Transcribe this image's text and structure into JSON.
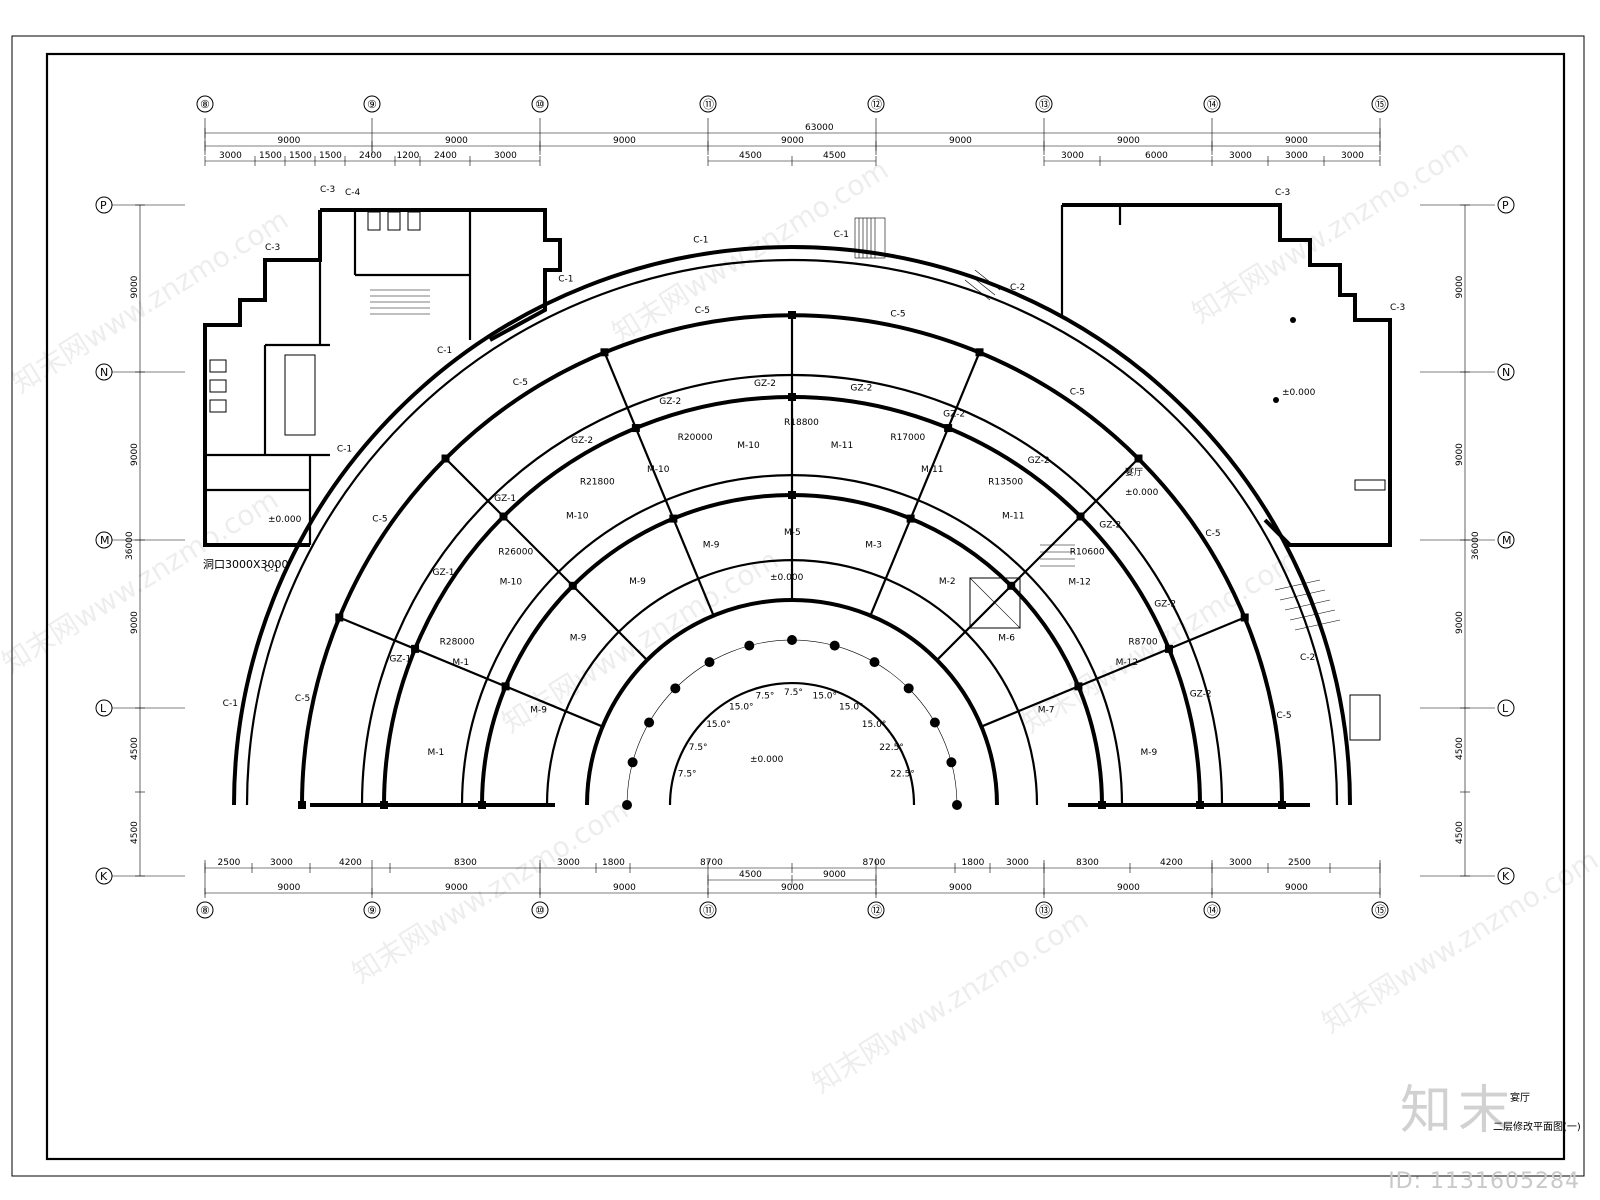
{
  "drawing": {
    "title_hall": "宴厅",
    "title_plan": "二层修改平面图(一)",
    "opening_note": "洞口3000X3000",
    "hall_label": "宴厅",
    "zero_level": "±0.000",
    "total_width": "63000",
    "total_depth": "36000"
  },
  "grid_columns": [
    "⑧",
    "⑨",
    "⑩",
    "⑪",
    "⑫",
    "⑬",
    "⑭",
    "⑮"
  ],
  "grid_rows": [
    "P",
    "N",
    "M",
    "L",
    "K"
  ],
  "top_dims_major": [
    "9000",
    "9000",
    "9000",
    "9000",
    "9000",
    "9000",
    "9000"
  ],
  "top_dims_minor_left": [
    "3000",
    "1500",
    "1500",
    "1500",
    "2400",
    "1200",
    "2400",
    "3000"
  ],
  "top_dims_minor_mid": [
    "4500",
    "4500"
  ],
  "top_dims_minor_right": [
    "3000",
    "6000",
    "3000",
    "3000",
    "3000"
  ],
  "bottom_dims_minor": [
    "2500",
    "3000",
    "4200",
    "8300",
    "3000",
    "1800",
    "8700",
    "8700",
    "1800",
    "3000",
    "8300",
    "4200",
    "3000",
    "2500"
  ],
  "bottom_dims_major": [
    "9000",
    "9000",
    "9000",
    "9000",
    "9000",
    "9000",
    "9000"
  ],
  "bottom_dims_mid": [
    "4500",
    "9000",
    "4500"
  ],
  "left_dims": [
    "9000",
    "9000",
    "9000",
    "4500",
    "4500"
  ],
  "right_dims": [
    "9000",
    "9000",
    "9000",
    "4500",
    "4500"
  ],
  "radii_labels": [
    "R28000",
    "R26000",
    "R21800",
    "R20000",
    "R18800",
    "R17000",
    "R13500",
    "R10600",
    "R8700"
  ],
  "window_tags": [
    "C-1",
    "C-1",
    "C-1",
    "C-1",
    "C-1",
    "C-1",
    "C-1",
    "C-3",
    "C-3",
    "C-3",
    "C-3",
    "C-4",
    "C-5",
    "C-5",
    "C-5",
    "C-5",
    "C-5",
    "C-5",
    "C-5",
    "C-5",
    "C-2",
    "C-2"
  ],
  "door_tags": [
    "M-1",
    "M-1",
    "M-10",
    "M-10",
    "M-10",
    "M-10",
    "M-11",
    "M-11",
    "M-11",
    "M-12",
    "M-12",
    "M-9",
    "M-9",
    "M-9",
    "M-9",
    "M-9",
    "M-5",
    "M-3",
    "M-2",
    "M-6",
    "M-7"
  ],
  "column_tags": [
    "GZ-1",
    "GZ-1",
    "GZ-1",
    "GZ-2",
    "GZ-2",
    "GZ-2",
    "GZ-2",
    "GZ-2",
    "GZ-2",
    "GZ-2",
    "GZ-2",
    "GZ-2"
  ],
  "angle_labels": [
    "7.5°",
    "7.5°",
    "15.0°",
    "15.0°",
    "7.5°",
    "7.5°",
    "15.0°",
    "15.0°",
    "15.0°",
    "22.5°",
    "22.5°"
  ],
  "watermark": "知末网www.znzmo.com",
  "logo": "知末",
  "id_text": "ID: 1131605284"
}
